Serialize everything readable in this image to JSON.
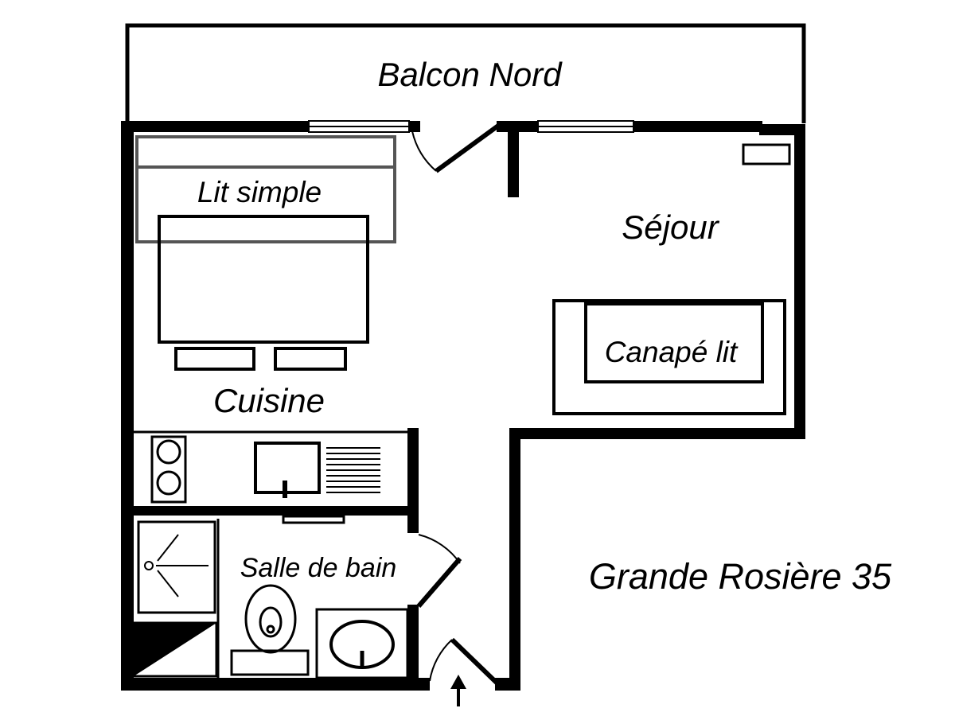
{
  "rooms": {
    "balcony": "Balcon Nord",
    "bed": "Lit simple",
    "living": "Séjour",
    "sofa": "Canapé lit",
    "kitchen": "Cuisine",
    "bathroom": "Salle de bain"
  },
  "property_name": "Grande Rosière 35",
  "colors": {
    "wall": "#000000",
    "furniture_gray": "#555555",
    "background": "#ffffff"
  }
}
